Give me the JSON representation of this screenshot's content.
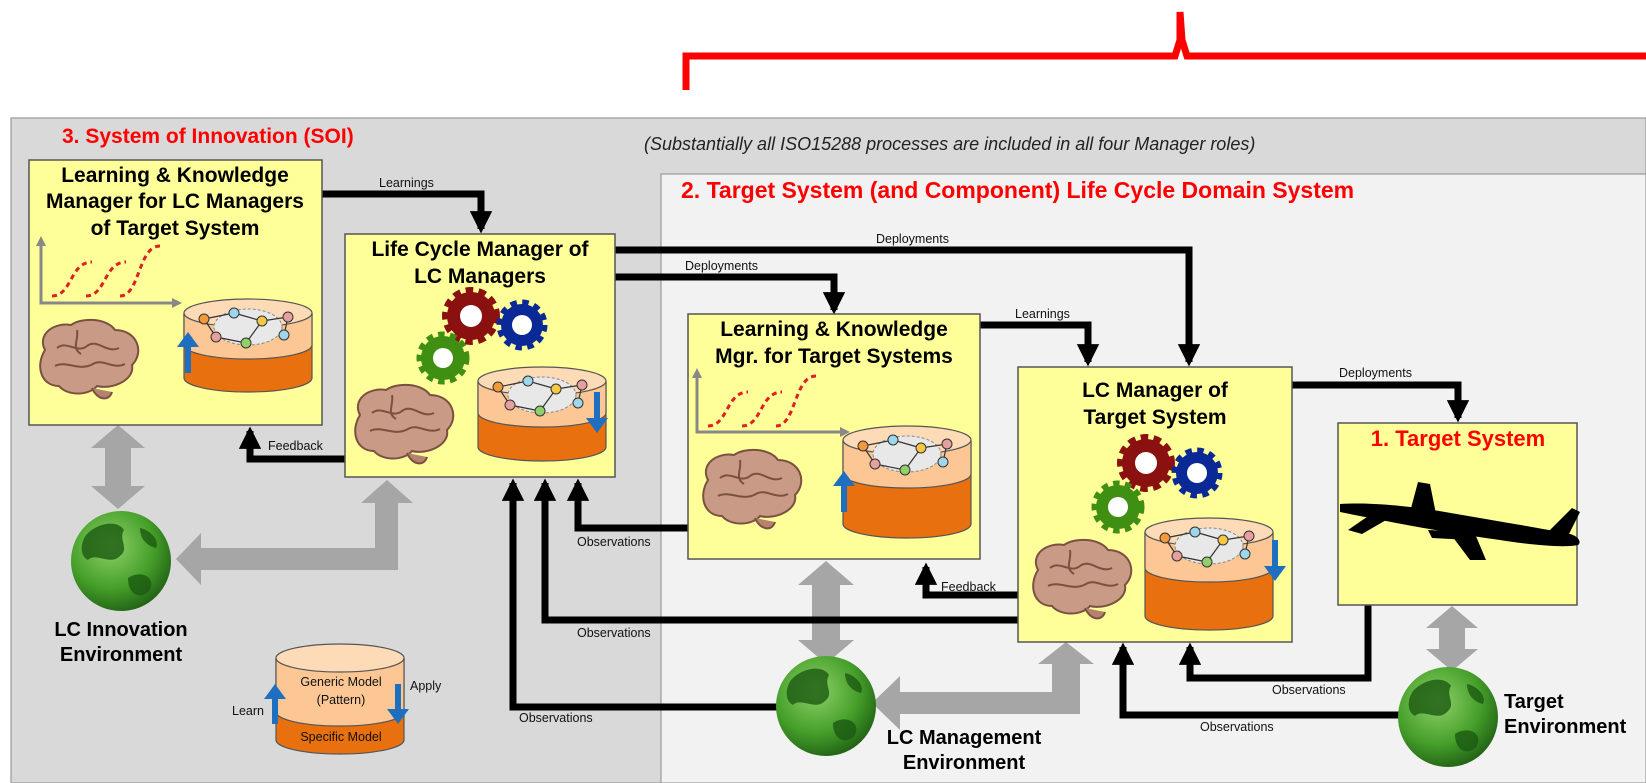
{
  "soi": {
    "title": "3.  System of Innovation (SOI)",
    "note": "(Substantially all ISO15288 processes are included in all four Manager roles)"
  },
  "domain": {
    "title": "2.  Target System (and Component)  Life Cycle Domain System"
  },
  "boxes": {
    "lk_lc": [
      "Learning & Knowledge",
      "Manager for LC Managers",
      "of Target System"
    ],
    "lcm_lcm": [
      "Life Cycle Manager of",
      "LC Managers"
    ],
    "lk_ts": [
      "Learning & Knowledge",
      "Mgr. for Target Systems"
    ],
    "lcm_ts": [
      "LC Manager of",
      "Target System"
    ],
    "target": "1. Target System"
  },
  "environments": {
    "innovation": [
      "LC Innovation",
      "Environment"
    ],
    "management": [
      "LC Management",
      "Environment"
    ],
    "target": [
      "Target",
      "Environment"
    ]
  },
  "flows": {
    "learnings_top": "Learnings",
    "feedback_left": "Feedback",
    "deployments_upper": "Deployments",
    "deployments_mid": "Deployments",
    "learnings_mid": "Learnings",
    "deployments_right": "Deployments",
    "observations_1": "Observations",
    "observations_2": "Observations",
    "observations_3": "Observations",
    "feedback_mid": "Feedback",
    "observations_4": "Observations",
    "observations_5": "Observations"
  },
  "legend": {
    "generic": [
      "Generic Model",
      "(Pattern)"
    ],
    "specific": "Specific Model",
    "learn": "Learn",
    "apply": "Apply"
  },
  "colors": {
    "title_red": "#ff0000",
    "box_yellow": "#ffff99",
    "soi_gray": "#d9d9d9",
    "domain_gray": "#f2f2f2",
    "orange": "#e8700f",
    "peach": "#fcc794",
    "gear_red": "#8b1010",
    "gear_blue": "#0a2896",
    "gear_green": "#3f8f12",
    "arrow_blue": "#1f6fc0",
    "earth_green": "#46a02a"
  }
}
